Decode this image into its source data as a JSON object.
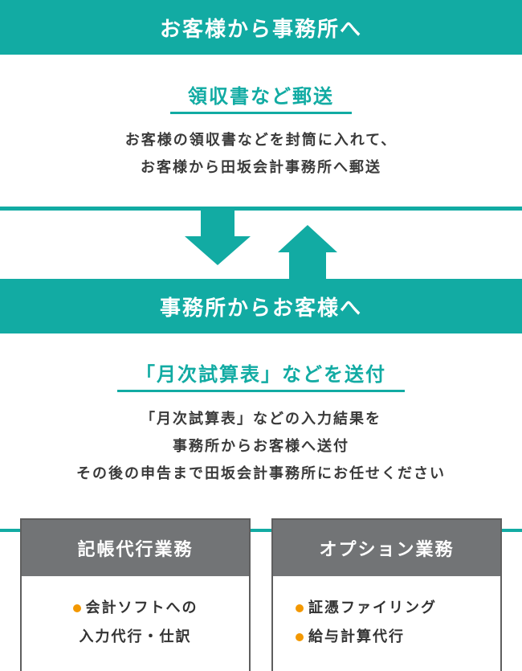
{
  "section1": {
    "header": "お客様から事務所へ",
    "subtitle": "領収書など郵送",
    "description": [
      "お客様の領収書などを封筒に入れて、",
      "お客様から田坂会計事務所へ郵送"
    ]
  },
  "section2": {
    "header": "事務所からお客様へ",
    "subtitle": "「月次試算表」などを送付",
    "description": [
      "「月次試算表」などの入力結果を",
      "事務所からお客様へ送付",
      "その後の申告まで田坂会計事務所にお任せください"
    ]
  },
  "boxes": [
    {
      "title": "記帳代行業務",
      "items": [
        "会計ソフトへの",
        "入力代行・仕訳"
      ]
    },
    {
      "title": "オプション業務",
      "items": [
        "証憑ファイリング",
        "給与計算代行"
      ]
    }
  ],
  "colors": {
    "teal": "#12aba3",
    "gray_header": "#727476",
    "bullet": "#f39800"
  },
  "icons": {
    "down_arrow": "arrow-down-icon",
    "up_arrow": "arrow-up-icon"
  }
}
